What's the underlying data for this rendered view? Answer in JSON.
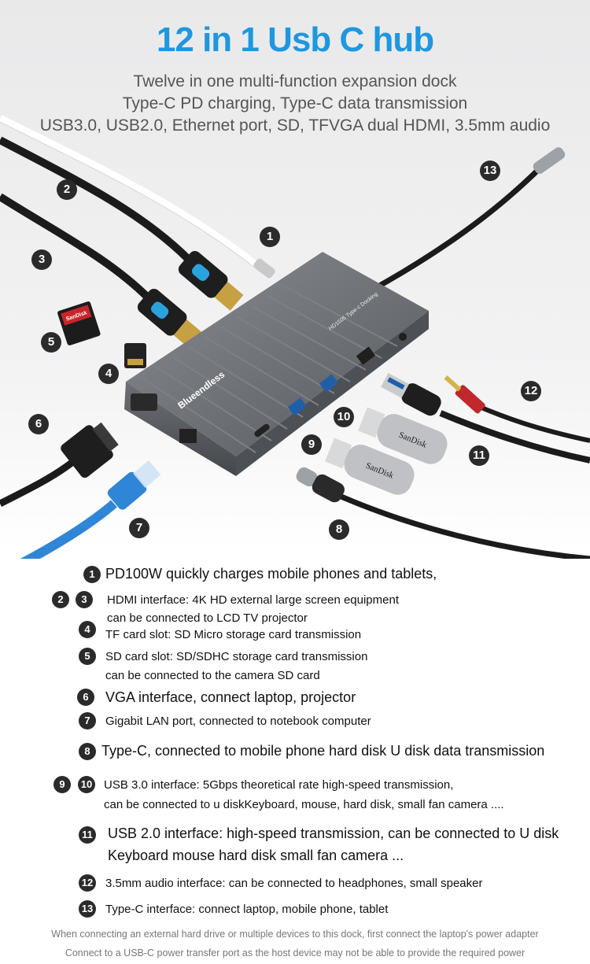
{
  "header": {
    "title": "12 in  1 Usb C hub",
    "subtitle_lines": [
      "Twelve in one multi-function expansion dock",
      "Type-C PD charging, Type-C data transmission",
      "USB3.0, USB2.0, Ethernet port, SD, TFVGA dual HDMI, 3.5mm audio"
    ]
  },
  "product": {
    "brand": "Blueendless",
    "top_label": "HD1505 Type-c Docking",
    "sd_card_label": "SanDisk",
    "usb_drive_label": "SanDisk",
    "callouts": [
      "1",
      "2",
      "3",
      "4",
      "5",
      "6",
      "7",
      "8",
      "9",
      "10",
      "11",
      "12",
      "13"
    ]
  },
  "features": [
    {
      "badges": [
        "1"
      ],
      "lines": [
        "PD100W quickly charges mobile phones and tablets,"
      ]
    },
    {
      "badges": [
        "2",
        "3"
      ],
      "lines": [
        "HDMI interface: 4K HD external large screen equipment",
        "can be connected to LCD TV projector"
      ]
    },
    {
      "badges": [
        "4"
      ],
      "lines": [
        "TF card slot: SD Micro storage card transmission"
      ]
    },
    {
      "badges": [
        "5"
      ],
      "lines": [
        "SD card slot: SD/SDHC storage card transmission",
        "can be connected to the camera SD card"
      ]
    },
    {
      "badges": [
        "6"
      ],
      "lines": [
        "VGA interface, connect laptop, projector"
      ]
    },
    {
      "badges": [
        "7"
      ],
      "lines": [
        "Gigabit LAN port, connected to notebook computer"
      ]
    },
    {
      "badges": [
        "8"
      ],
      "lines": [
        "Type-C, connected to mobile phone hard disk U disk data transmission"
      ]
    },
    {
      "badges": [
        "9",
        "10"
      ],
      "lines": [
        "USB 3.0 interface: 5Gbps theoretical rate high-speed transmission,",
        "can be connected to u diskKeyboard, mouse, hard disk, small fan camera ...."
      ]
    },
    {
      "badges": [
        "11"
      ],
      "lines": [
        "USB 2.0 interface: high-speed transmission, can be connected to U disk",
        "Keyboard mouse hard disk small fan camera ..."
      ]
    },
    {
      "badges": [
        "12"
      ],
      "lines": [
        "3.5mm audio interface: can be connected to headphones, small speaker"
      ]
    },
    {
      "badges": [
        "13"
      ],
      "lines": [
        "Type-C interface: connect laptop, mobile phone, tablet"
      ]
    }
  ],
  "footer": {
    "lines": [
      "When connecting an external hard drive or multiple devices to this dock, first connect the laptop's power adapter",
      "Connect to a USB-C power transfer port as the host device may not be able to provide the required power"
    ]
  },
  "colors": {
    "title": "#1e97e0",
    "badge": "#2b2b2b",
    "hub": "#6b6e72",
    "hdmi_accent": "#2aa3dc",
    "lan": "#2f86d6",
    "audio_tip": "#c0282d"
  }
}
